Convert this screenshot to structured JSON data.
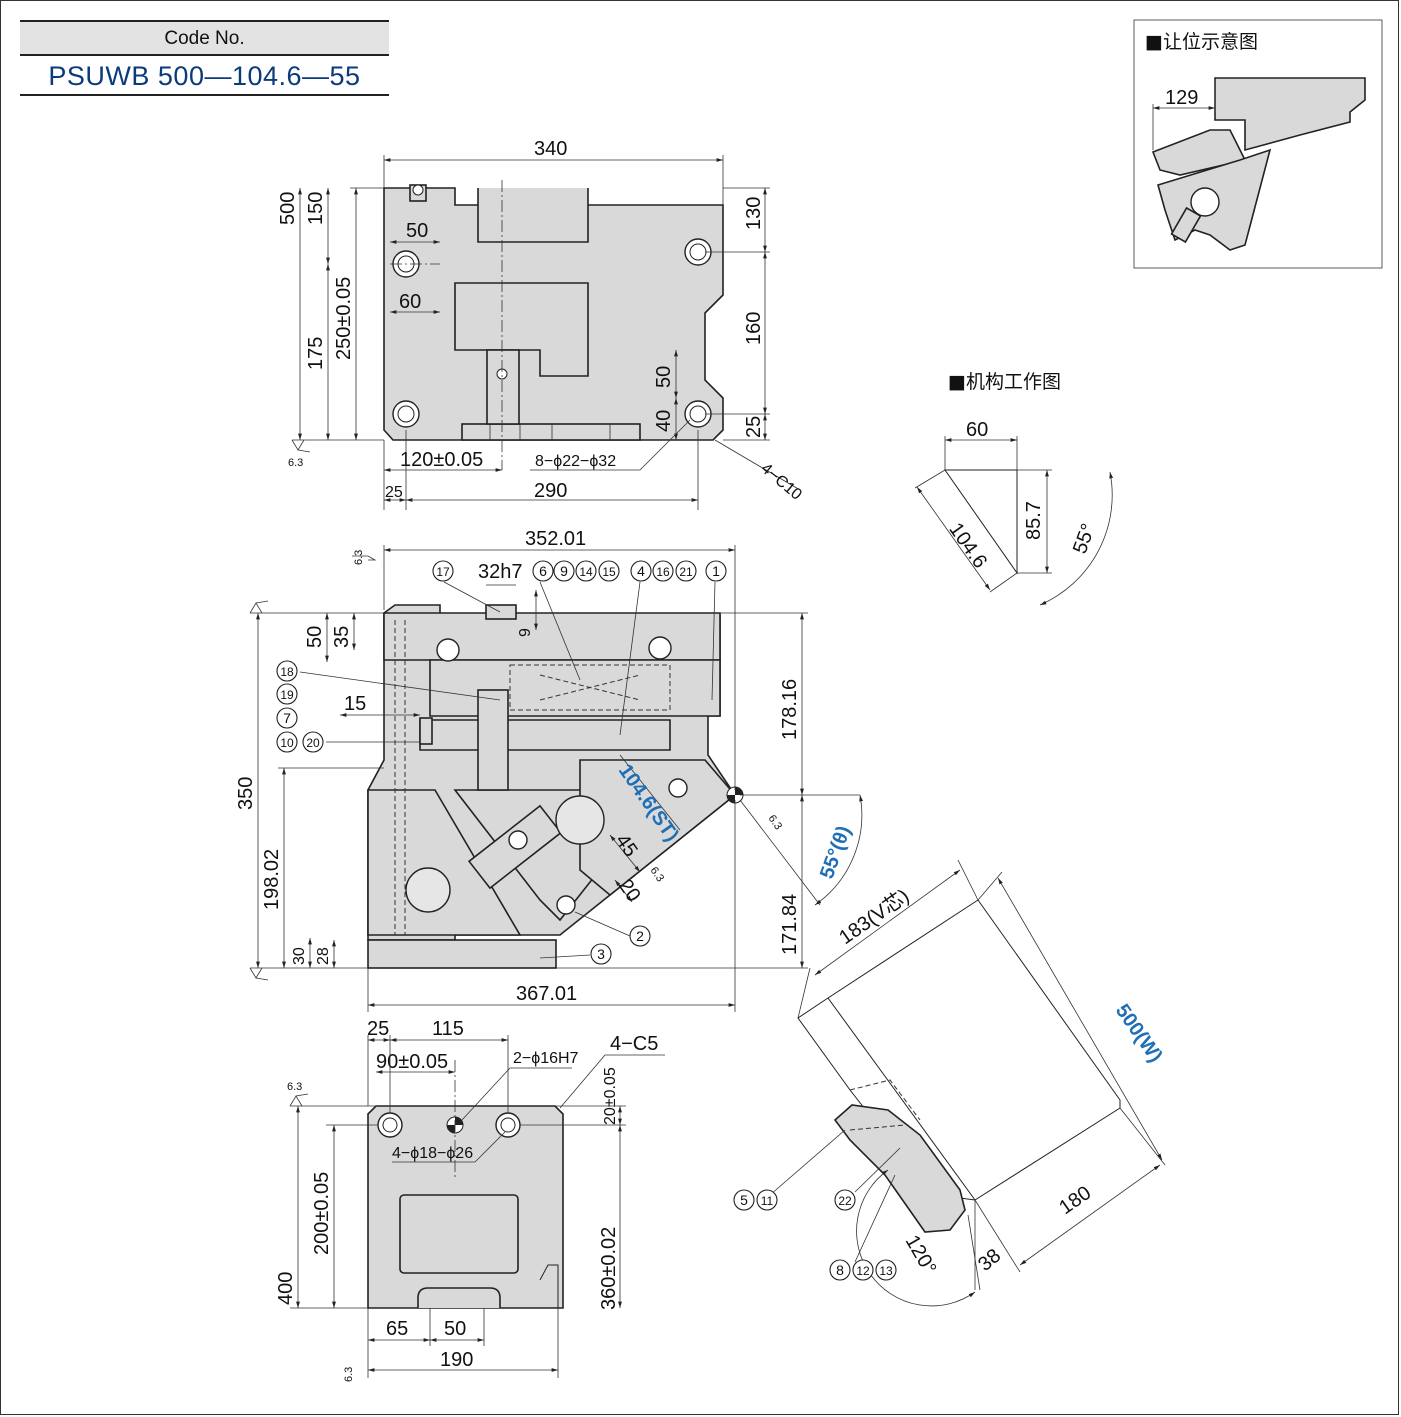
{
  "code": {
    "label": "Code No.",
    "value": "PSUWB 500―104.6―55"
  },
  "insets": {
    "clearance": {
      "title": "■让位示意图",
      "dim": "129"
    },
    "mechanism": {
      "title": "■机构工作图",
      "dims": {
        "width": "60",
        "stroke": "104.6",
        "height": "85.7",
        "angle": "55°"
      }
    }
  },
  "top_view": {
    "dims": {
      "overall_width": "340",
      "total_height": "500",
      "top_offset": "150",
      "slot_width": "50",
      "hole_pitch": "250±0.05",
      "center_offset": "60",
      "lower_height": "175",
      "right_top": "130",
      "right_mid": "160",
      "slot_depth": "50",
      "bottom_offset": "40",
      "edge_offset": "25",
      "hole_distance": "120±0.05",
      "holes": "8−ϕ22−ϕ32",
      "chamfer": "4−C10",
      "left_edge": "25",
      "bottom_span": "290",
      "roughness": "6.3"
    }
  },
  "side_view": {
    "dims": {
      "top_width": "352.01",
      "key_width": "32h7",
      "key_depth": "9",
      "offset_35": "35",
      "offset_50": "50",
      "offset_15": "15",
      "upper_height": "178.16",
      "total_height": "350",
      "lower_height": "198.02",
      "right_lower": "171.84",
      "base_30": "30",
      "base_28": "28",
      "slot_45": "45",
      "slot_20": "20",
      "bottom_width": "367.01",
      "stroke": "104.6(ST)",
      "angle": "55°(θ)",
      "roughness": "6.3"
    },
    "balloons": [
      "17",
      "6",
      "9",
      "14",
      "15",
      "4",
      "16",
      "21",
      "1",
      "18",
      "19",
      "7",
      "10",
      "20",
      "2",
      "3"
    ]
  },
  "bottom_view": {
    "dims": {
      "edge_25": "25",
      "span_115": "115",
      "hole_90": "90±0.05",
      "pin_hole": "2−ϕ16H7",
      "chamfer": "4−C5",
      "offset_20": "20±0.05",
      "holes": "4−ϕ18−ϕ26",
      "pitch_200": "200±0.05",
      "height_400": "400",
      "pitch_360": "360±0.02",
      "base_65": "65",
      "base_50": "50",
      "width_190": "190",
      "roughness": "6.3"
    }
  },
  "iso_view": {
    "dims": {
      "v_center": "183(V芯)",
      "width": "500(W)",
      "depth": "180",
      "angle": "120°",
      "edge": "38"
    },
    "balloons": [
      "5",
      "11",
      "22",
      "8",
      "12",
      "13"
    ]
  }
}
